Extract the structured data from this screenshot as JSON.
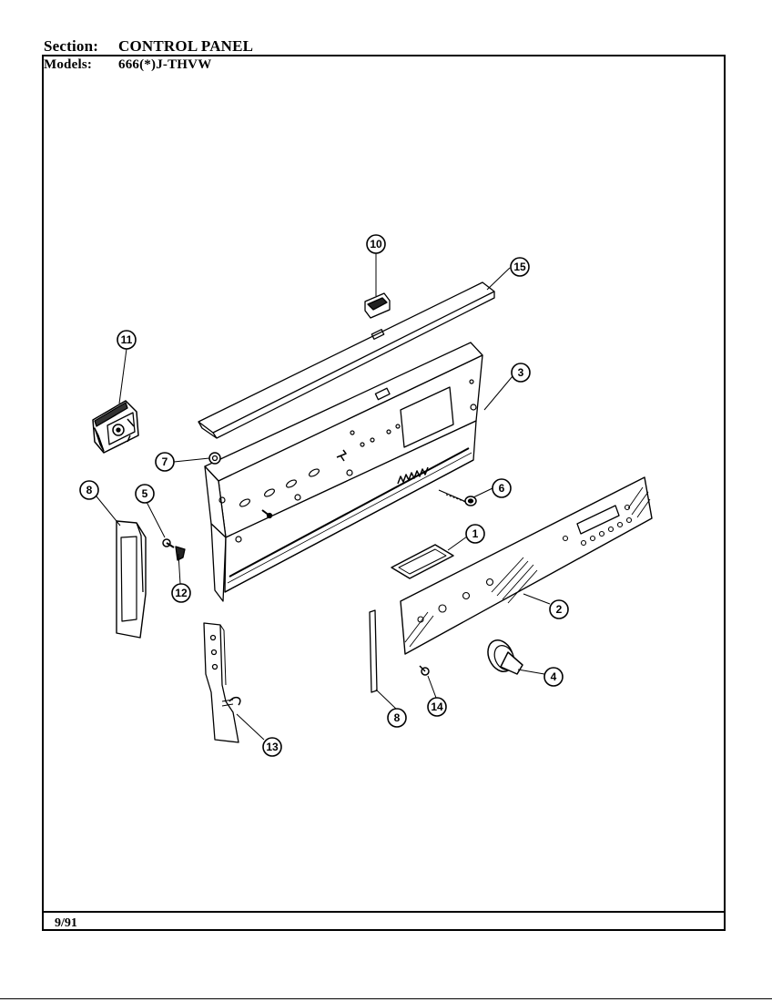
{
  "header": {
    "section_label": "Section:",
    "section_value": "CONTROL PANEL",
    "models_label": "Models:",
    "models_value": "666(*)J-THVW"
  },
  "footer": {
    "date": "9/91"
  },
  "callouts": [
    {
      "id": "1",
      "label": "1"
    },
    {
      "id": "2",
      "label": "2"
    },
    {
      "id": "3",
      "label": "3"
    },
    {
      "id": "4",
      "label": "4"
    },
    {
      "id": "5",
      "label": "5"
    },
    {
      "id": "6",
      "label": "6"
    },
    {
      "id": "7",
      "label": "7"
    },
    {
      "id": "8a",
      "label": "8"
    },
    {
      "id": "8b",
      "label": "8"
    },
    {
      "id": "10",
      "label": "10"
    },
    {
      "id": "11",
      "label": "11"
    },
    {
      "id": "12",
      "label": "12"
    },
    {
      "id": "13",
      "label": "13"
    },
    {
      "id": "14",
      "label": "14"
    },
    {
      "id": "15",
      "label": "15"
    }
  ]
}
